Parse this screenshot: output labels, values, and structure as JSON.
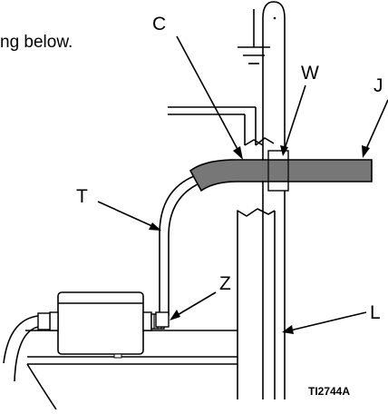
{
  "intro_text": "ng below.",
  "callouts": {
    "c": "C",
    "w": "W",
    "j": "J",
    "t": "T",
    "z": "Z",
    "l": "L"
  },
  "figure_id": "TI2744A",
  "colors": {
    "line": "#000000",
    "hose_fill": "#777777",
    "tube_stroke": "#000000",
    "background": "#ffffff"
  },
  "icons": {
    "ground": "ground-symbol-icon"
  }
}
